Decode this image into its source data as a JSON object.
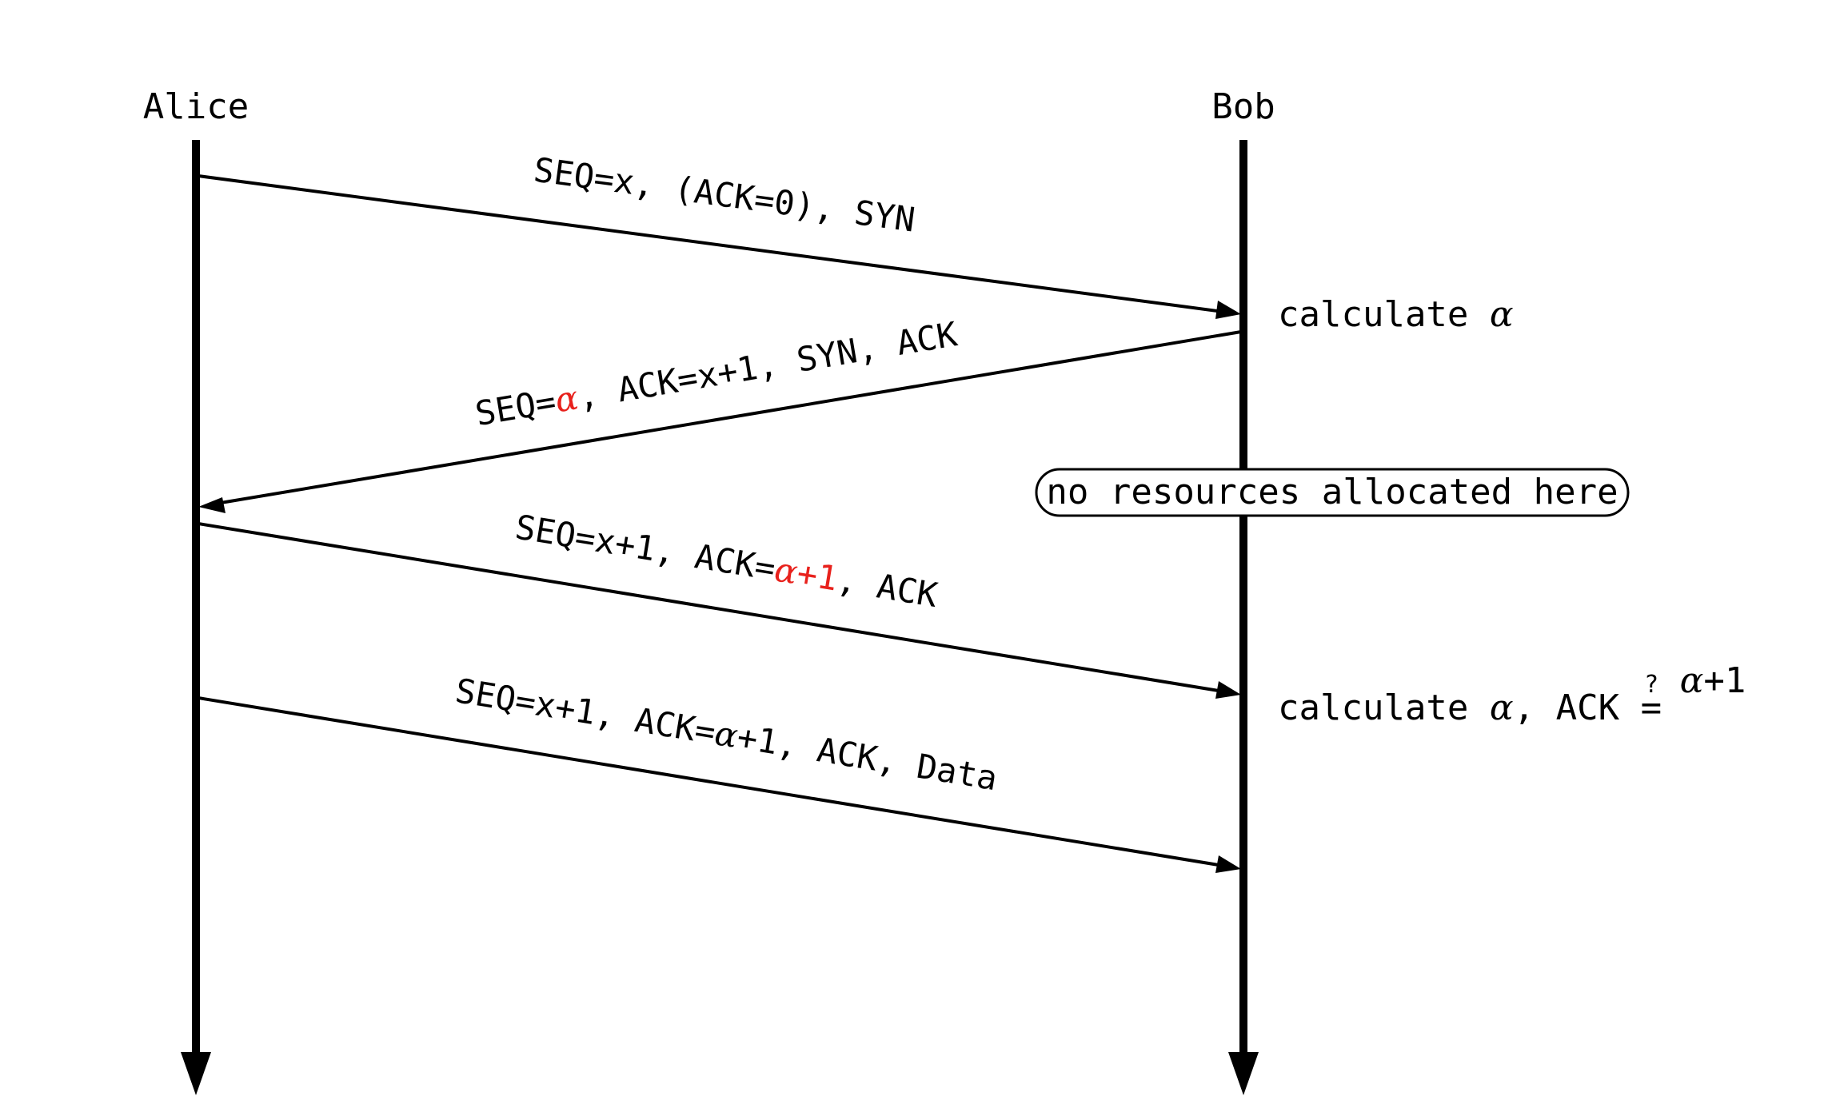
{
  "colors": {
    "ink": "#000000",
    "highlight": "#e8211c",
    "background": "#ffffff"
  },
  "actors": {
    "left": "Alice",
    "right": "Bob"
  },
  "messages": [
    {
      "direction": "Alice->Bob",
      "label": [
        {
          "text": "SEQ=x, (ACK=0), SYN"
        }
      ]
    },
    {
      "direction": "Bob->Alice",
      "label": [
        {
          "text": "SEQ="
        },
        {
          "text": "α",
          "math": true,
          "highlight": true
        },
        {
          "text": ", ACK=x+1, SYN, ACK"
        }
      ]
    },
    {
      "direction": "Alice->Bob",
      "label": [
        {
          "text": "SEQ=x+1, ACK="
        },
        {
          "text": "α",
          "math": true,
          "highlight": true
        },
        {
          "text": "+1",
          "highlight": true
        },
        {
          "text": ", ACK"
        }
      ]
    },
    {
      "direction": "Alice->Bob",
      "label": [
        {
          "text": "SEQ=x+1, ACK="
        },
        {
          "text": "α",
          "math": true
        },
        {
          "text": "+1, ACK, Data"
        }
      ]
    }
  ],
  "annotations": {
    "calc_first": [
      {
        "text": "calculate "
      },
      {
        "text": "α",
        "math": true
      }
    ],
    "boxed_note": "no resources allocated here",
    "calc_second": [
      {
        "text": "calculate "
      },
      {
        "text": "α",
        "math": true
      },
      {
        "text": ", ACK "
      },
      {
        "text": "=",
        "over": "?"
      },
      {
        "text": " "
      },
      {
        "text": "α",
        "math": true
      },
      {
        "text": "+1"
      }
    ]
  }
}
